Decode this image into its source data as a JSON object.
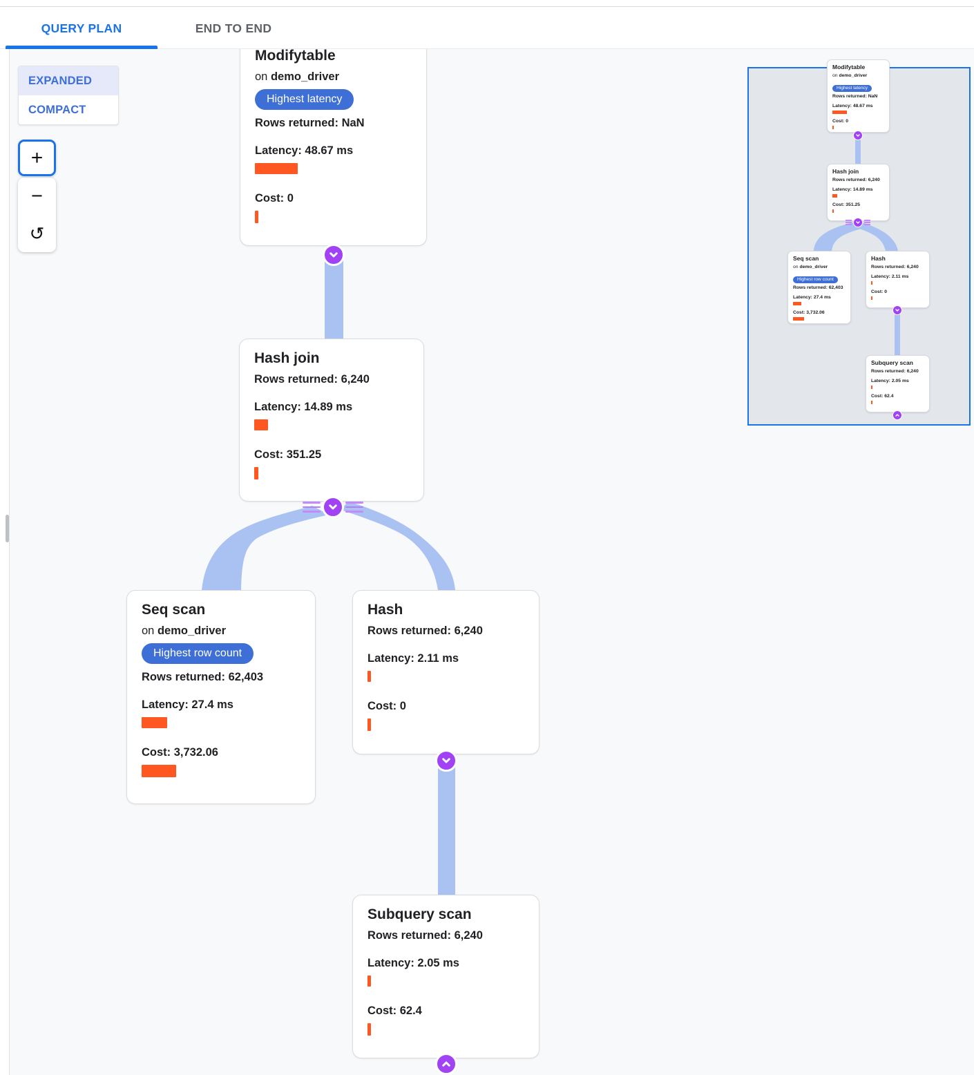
{
  "tab_bar": {
    "tabs": [
      {
        "label": "QUERY PLAN",
        "active": true
      },
      {
        "label": "END TO END",
        "active": false
      }
    ]
  },
  "view_toggle": {
    "expanded_label": "EXPANDED",
    "compact_label": "COMPACT",
    "selected": "EXPANDED"
  },
  "zoom_controls": {
    "zoom_in": "+",
    "zoom_out": "−",
    "reset": "↺"
  },
  "nodes": {
    "modifytable": {
      "title": "Modifytable",
      "on_prefix": "on",
      "table": "demo_driver",
      "badge": "Highest latency",
      "rows": "Rows returned: NaN",
      "latency": "Latency: 48.67 ms",
      "cost": "Cost: 0",
      "latency_bar_style": "width:62px",
      "cost_bar_style": "width:5px",
      "mini_latency_bar_style": "width:21px",
      "mini_cost_bar_style": "width:2px"
    },
    "hash_join": {
      "title": "Hash join",
      "rows": "Rows returned: 6,240",
      "latency": "Latency: 14.89 ms",
      "cost": "Cost: 351.25",
      "latency_bar_style": "width:20px",
      "cost_bar_style": "width:6px",
      "mini_latency_bar_style": "width:7px",
      "mini_cost_bar_style": "width:2px"
    },
    "seq_scan": {
      "title": "Seq scan",
      "on_prefix": "on",
      "table": "demo_driver",
      "badge": "Highest row count",
      "rows": "Rows returned: 62,403",
      "latency": "Latency: 27.4 ms",
      "cost": "Cost: 3,732.06",
      "latency_bar_style": "width:37px",
      "cost_bar_style": "width:50px",
      "mini_latency_bar_style": "width:12px",
      "mini_cost_bar_style": "width:16px"
    },
    "hash": {
      "title": "Hash",
      "rows": "Rows returned: 6,240",
      "latency": "Latency: 2.11 ms",
      "cost": "Cost: 0",
      "latency_bar_style": "width:5px",
      "cost_bar_style": "width:5px",
      "mini_latency_bar_style": "width:2px",
      "mini_cost_bar_style": "width:2px"
    },
    "subquery_scan": {
      "title": "Subquery scan",
      "rows": "Rows returned: 6,240",
      "latency": "Latency: 2.05 ms",
      "cost": "Cost: 62.4",
      "latency_bar_style": "width:5px",
      "cost_bar_style": "width:5px",
      "mini_latency_bar_style": "width:2px",
      "mini_cost_bar_style": "width:2px"
    }
  },
  "colors": {
    "accent_blue": "#1a73e8",
    "badge_blue": "#3d6fd6",
    "bar_orange": "#ff5722",
    "edge_blue": "#a9c2f2",
    "connector_purple": "#a142f4",
    "connector_line_purple": "#c58af9",
    "canvas_bg": "#f8f9fa",
    "minimap_bg": "#e3e7ec"
  }
}
